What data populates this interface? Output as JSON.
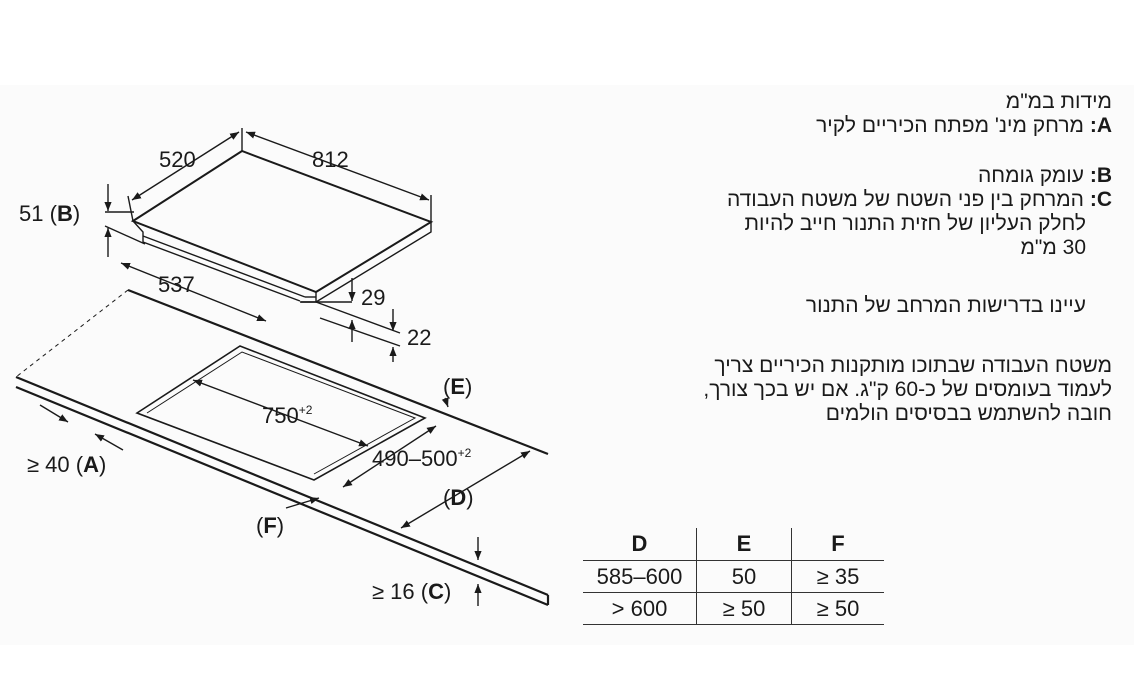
{
  "diagram": {
    "dims": {
      "width": "812",
      "depth": "520",
      "b_value": "51",
      "b_label": "B",
      "front_depth": "537",
      "frame_height": "29",
      "base_height": "22",
      "cutout_width": "750",
      "cutout_width_tol": "+2",
      "cutout_depth": "490–500",
      "cutout_depth_tol": "+2",
      "e_label": "E",
      "d_label": "D",
      "f_label": "F",
      "a_prefix": "≥ 40",
      "a_label": "A",
      "c_prefix": "≥ 16",
      "c_label": "C"
    }
  },
  "notes": {
    "title": "מידות במ\"מ",
    "a_key": "A:",
    "a_text": "מרחק מינ' מפתח הכיריים לקיר",
    "b_key": "B:",
    "b_text": "עומק גומחה",
    "c_key": "C:",
    "c_line1": "המרחק בין פני השטח של משטח העבודה",
    "c_line2": "לחלק העליון של חזית התנור חייב להיות",
    "c_line3": "30 מ\"מ",
    "oven_note": "עיינו בדרישות המרחב של התנור",
    "work_line1": "משטח העבודה שבתוכו מותקנות הכיריים צריך",
    "work_line2": "לעמוד בעומסים של כ-60 ק\"ג. אם יש בכך צורך,",
    "work_line3": "חובה להשתמש בבסיסים הולמים"
  },
  "table": {
    "headers": [
      "D",
      "E",
      "F"
    ],
    "rows": [
      [
        "585–600",
        "50",
        "≥ 35"
      ],
      [
        "> 600",
        "≥ 50",
        "≥ 50"
      ]
    ]
  }
}
